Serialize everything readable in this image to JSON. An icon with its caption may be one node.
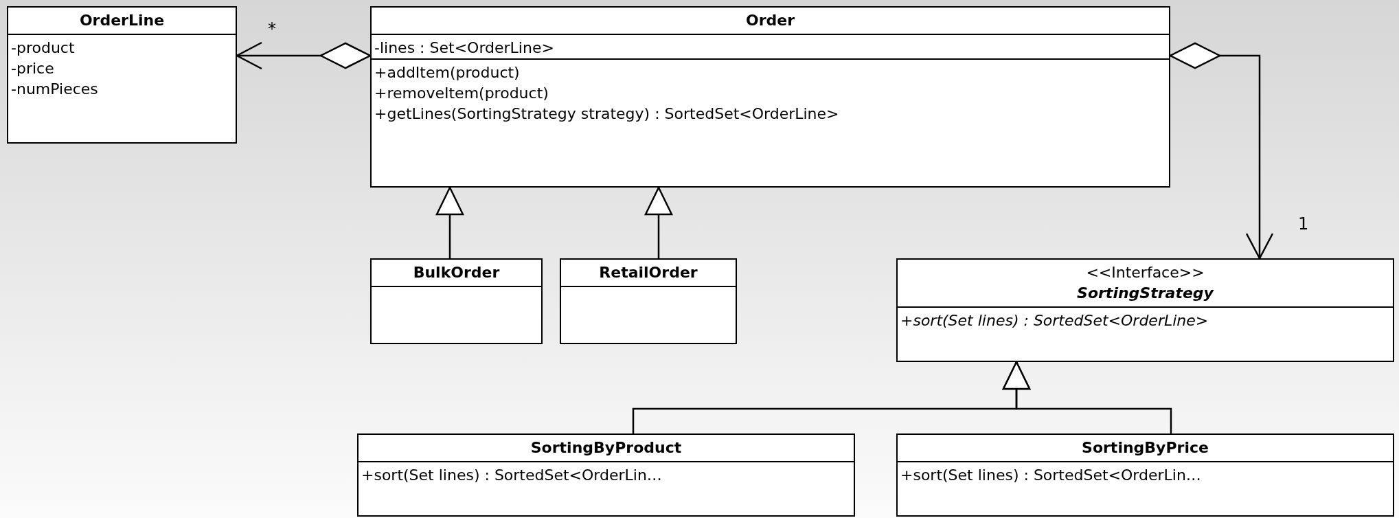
{
  "diagram": {
    "nodes": [
      {
        "text": [
          "OrderLine",
          "-product",
          "-price",
          "-numPieces"
        ]
      },
      {
        "text": [
          "Order",
          "-lines : Set<OrderLine>",
          "+addItem(product)",
          "+removeItem(product)",
          "+getLines(SortingStrategy strategy) : SortedSet<OrderLine>"
        ]
      },
      {
        "text": [
          "BulkOrder"
        ]
      },
      {
        "text": [
          "RetailOrder"
        ]
      },
      {
        "text": [
          "<<Interface>>",
          "SortingStrategy",
          "+sort(Set lines) : SortedSet<OrderLine>"
        ]
      },
      {
        "text": [
          "SortingByProduct",
          "+sort(Set lines) : SortedSet<OrderLin…"
        ]
      },
      {
        "text": [
          "SortingByPrice",
          "+sort(Set lines) : SortedSet<OrderLin…"
        ]
      }
    ],
    "edges": [
      {
        "from": 1,
        "to": 0,
        "arrow": "to",
        "label": "*"
      },
      {
        "from": 1,
        "to": 4,
        "arrow": "to",
        "label": "1"
      },
      {
        "from": 2,
        "to": 1,
        "arrow": "to"
      },
      {
        "from": 3,
        "to": 1,
        "arrow": "to"
      },
      {
        "from": 5,
        "to": 4,
        "arrow": "to"
      },
      {
        "from": 6,
        "to": 4,
        "arrow": "to"
      }
    ]
  }
}
